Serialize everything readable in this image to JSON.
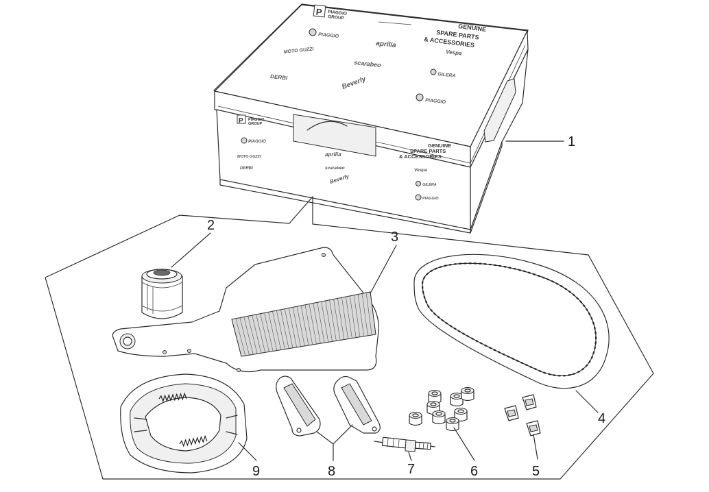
{
  "box": {
    "lid_group_label": "PIAGGIO GROUP",
    "lid_group_label_line2": "GROUP",
    "lid_group_label_line1": "PIAGGIO",
    "lid_title_line1": "GENUINE",
    "lid_title_line2": "SPARE PARTS",
    "lid_title_line3": "& ACCESSORIES",
    "front_group_line1": "PIAGGIO",
    "front_group_line2": "GROUP",
    "side_title_line1": "GENUINE",
    "side_title_line2": "SPARE PARTS",
    "side_title_line3": "& ACCESSORIES",
    "p_logo": "P",
    "brands": {
      "piaggio": "PIAGGIO",
      "aprilia": "aprilia",
      "vespa": "Vespa",
      "moto_guzzi": "MOTO GUZZI",
      "scarabeo": "scarabeo",
      "gilera": "GILERA",
      "derbi": "DERBI",
      "beverly": "Beverly"
    }
  },
  "callouts": {
    "c1": "1",
    "c2": "2",
    "c3": "3",
    "c4": "4",
    "c5": "5",
    "c6": "6",
    "c7": "7",
    "c8": "8",
    "c9": "9"
  },
  "icons": [
    "kit-box-icon",
    "oil-filter-icon",
    "air-filter-icon",
    "drive-belt-icon",
    "slider-icon",
    "roller-weight-icon",
    "spark-plug-icon",
    "brake-pad-icon",
    "brake-shoe-icon"
  ]
}
